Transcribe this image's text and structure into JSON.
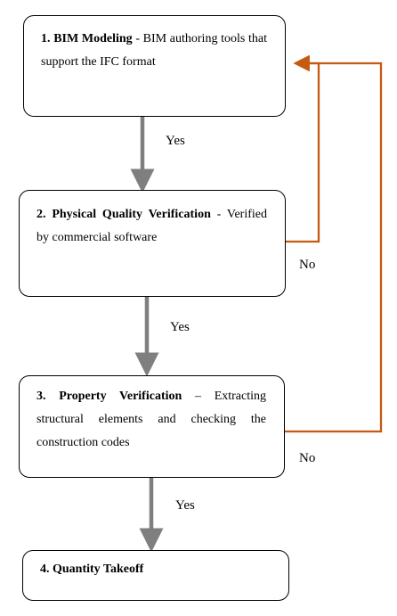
{
  "steps": [
    {
      "number": "1.",
      "title": "BIM Modeling",
      "separator": " - ",
      "description": "BIM authoring tools that support the IFC format"
    },
    {
      "number": "2.",
      "title": "Physical Quality Verification",
      "separator": " - ",
      "description": "Verified by commercial software"
    },
    {
      "number": "3.",
      "title": "Property Verification",
      "separator": " – ",
      "description": "Extracting structural elements and checking the construction codes"
    },
    {
      "number": "4.",
      "title": "Quantity Takeoff",
      "separator": "",
      "description": ""
    }
  ],
  "edges": {
    "yes_label": "Yes",
    "no_label": "No"
  },
  "colors": {
    "yes_arrow": "#7f7f7f",
    "no_arrow": "#c55a11",
    "box_border": "#000000"
  }
}
